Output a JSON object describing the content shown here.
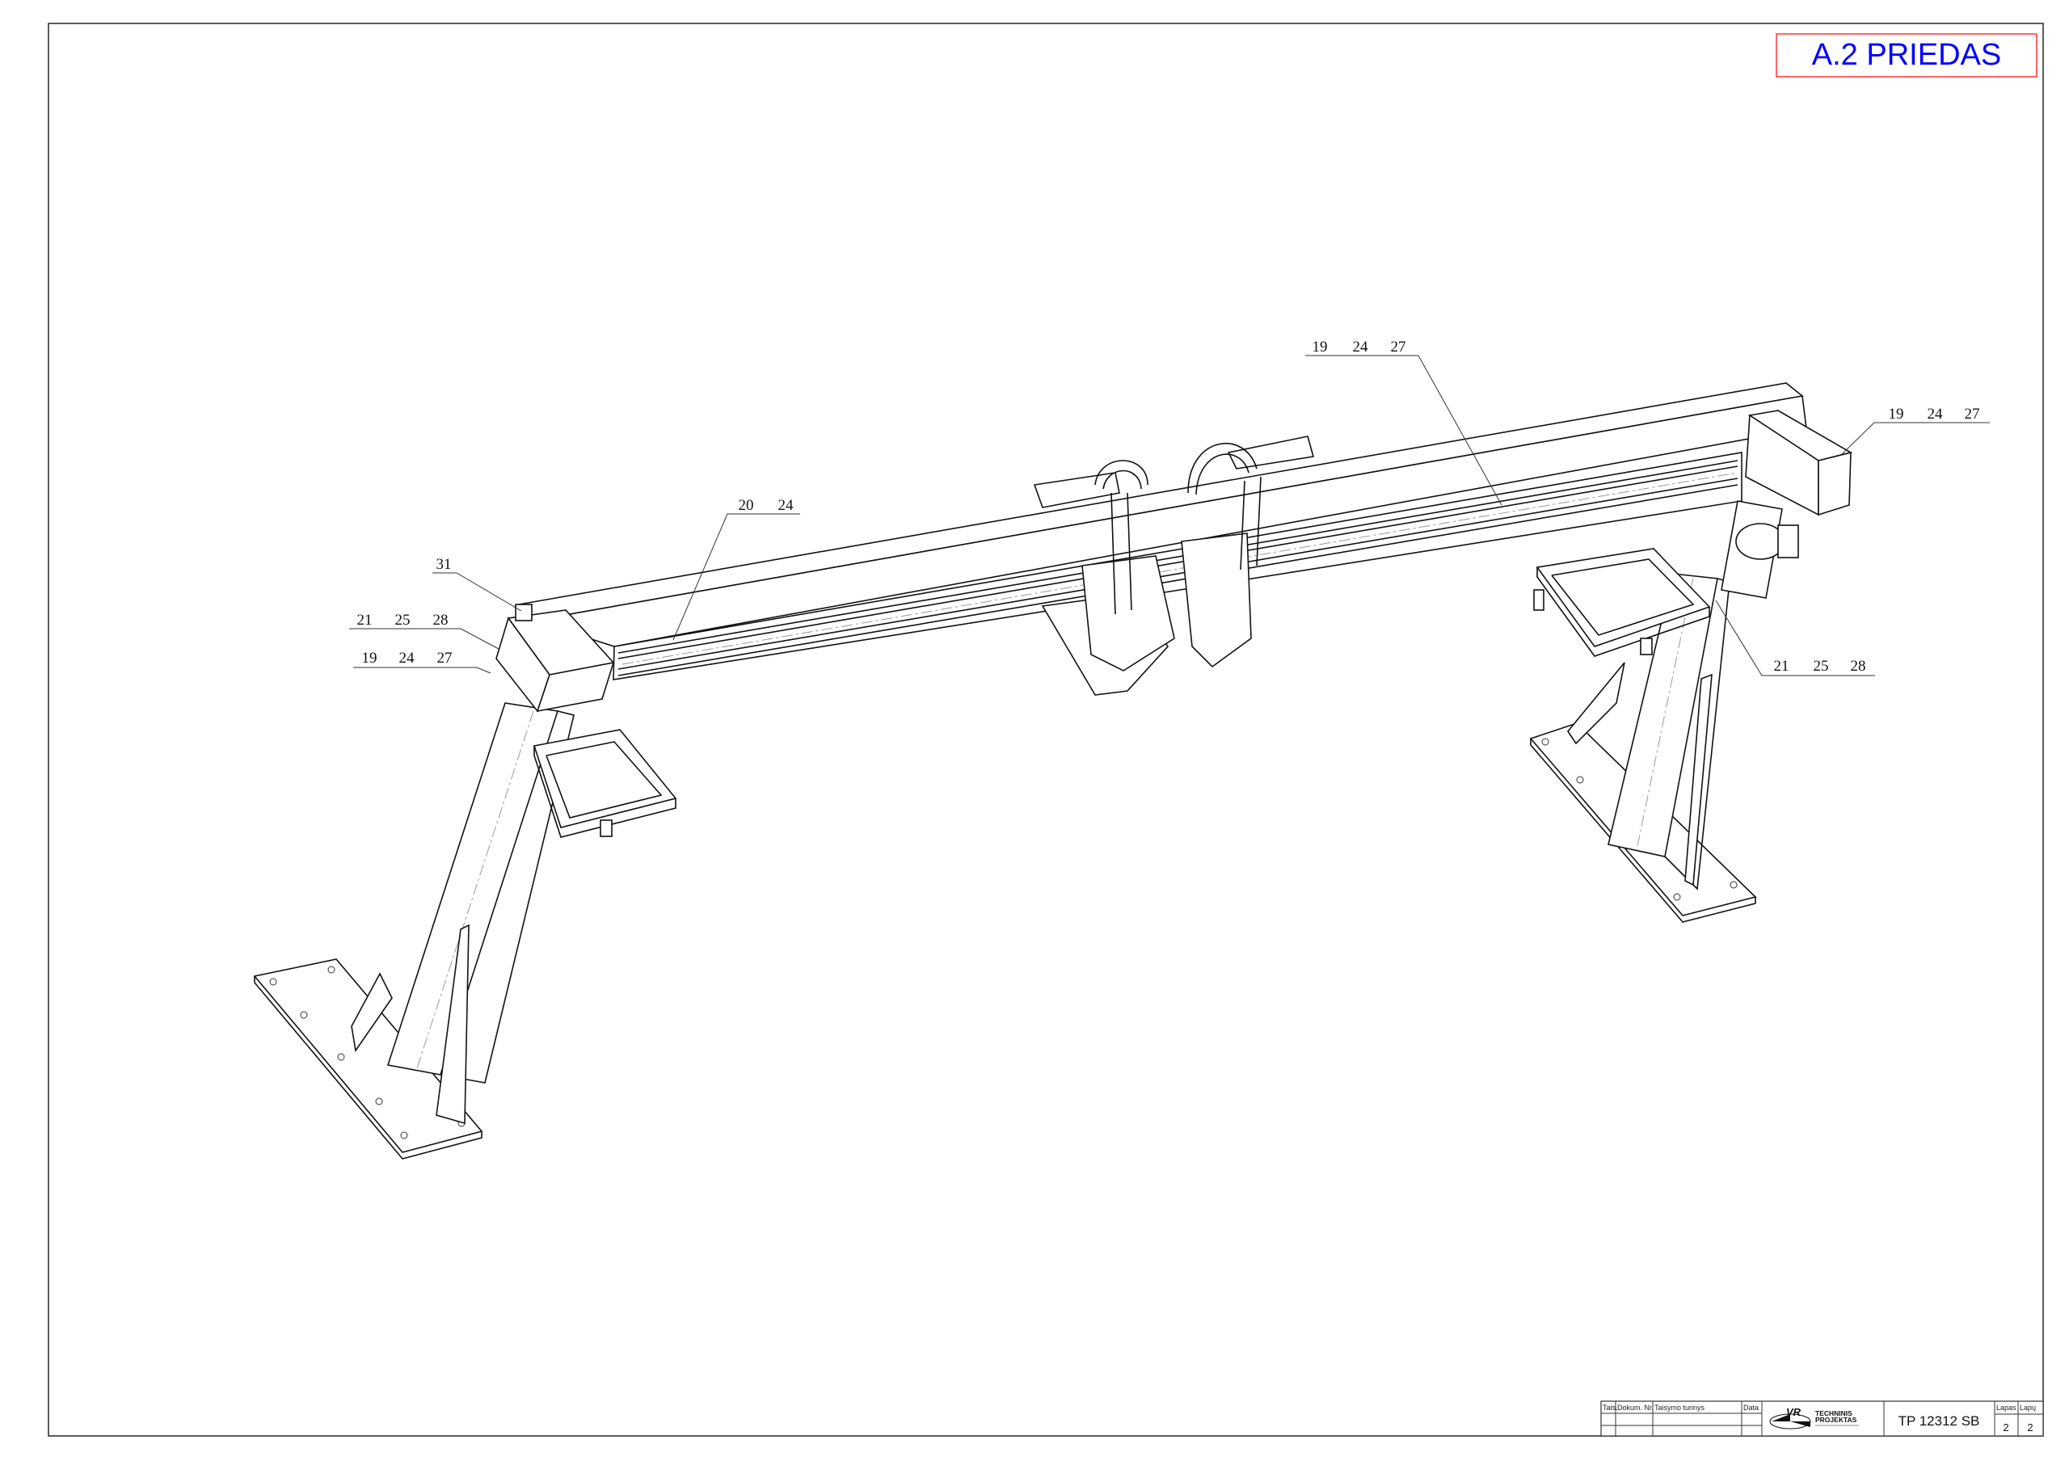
{
  "annex_label": "A.2 PRIEDAS",
  "callouts": {
    "top_center": [
      "19",
      "24",
      "27"
    ],
    "right_top": [
      "19",
      "24",
      "27"
    ],
    "beam": [
      "20",
      "24"
    ],
    "end_cap": "31",
    "left_upper": [
      "21",
      "25",
      "28"
    ],
    "left_lower": [
      "19",
      "24",
      "27"
    ],
    "right_lower": [
      "21",
      "25",
      "28"
    ]
  },
  "title_block": {
    "headers": {
      "tais": "Tais.",
      "dokum": "Dokum. Nr.",
      "turinys": "Taisymo turinys",
      "data": "Data"
    },
    "logo_mark": "VR",
    "company_line1": "TECHNINIS",
    "company_line2": "PROJEKTAS",
    "document_number": "TP 12312 SB",
    "lapas_label": "Lapas",
    "lapu_label": "Lapų",
    "lapas_value": "2",
    "lapu_value": "2"
  },
  "colors": {
    "annex_text": "#0000ff",
    "annex_border": "#ff4040"
  }
}
